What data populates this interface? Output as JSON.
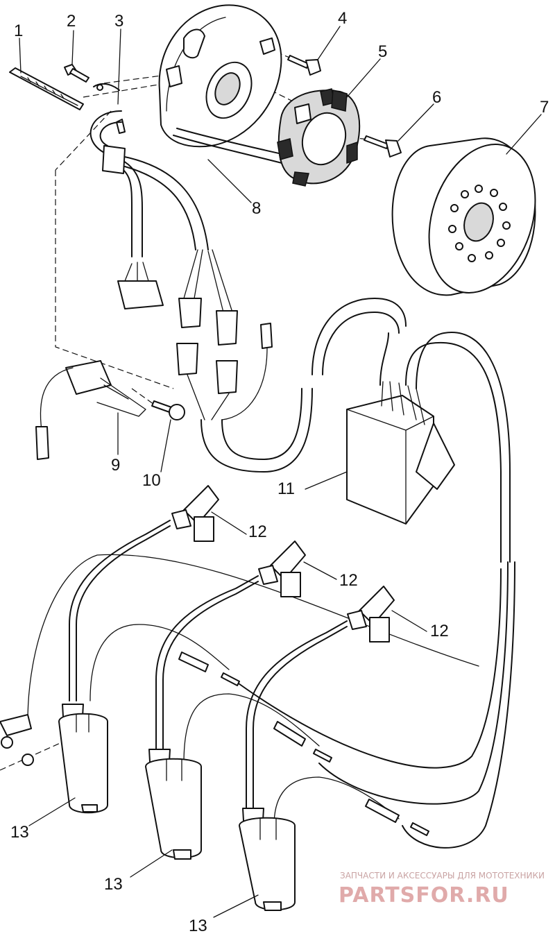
{
  "parts": [
    {
      "callout": "1"
    },
    {
      "callout": "2"
    },
    {
      "callout": "3"
    },
    {
      "callout": "4"
    },
    {
      "callout": "5"
    },
    {
      "callout": "6"
    },
    {
      "callout": "7"
    },
    {
      "callout": "8"
    },
    {
      "callout": "9"
    },
    {
      "callout": "10"
    },
    {
      "callout": "11"
    },
    {
      "callout": "12"
    },
    {
      "callout": "12"
    },
    {
      "callout": "12"
    },
    {
      "callout": "13"
    },
    {
      "callout": "13"
    },
    {
      "callout": "13"
    }
  ],
  "watermark": {
    "caption": "ЗАПЧАСТИ И АКСЕССУАРЫ ДЛЯ МОТОТЕХНИКИ",
    "logo": "PARTSFOR.RU"
  },
  "colors": {
    "line": "#111111",
    "background": "#ffffff",
    "watermark": "#e0aaaa"
  }
}
